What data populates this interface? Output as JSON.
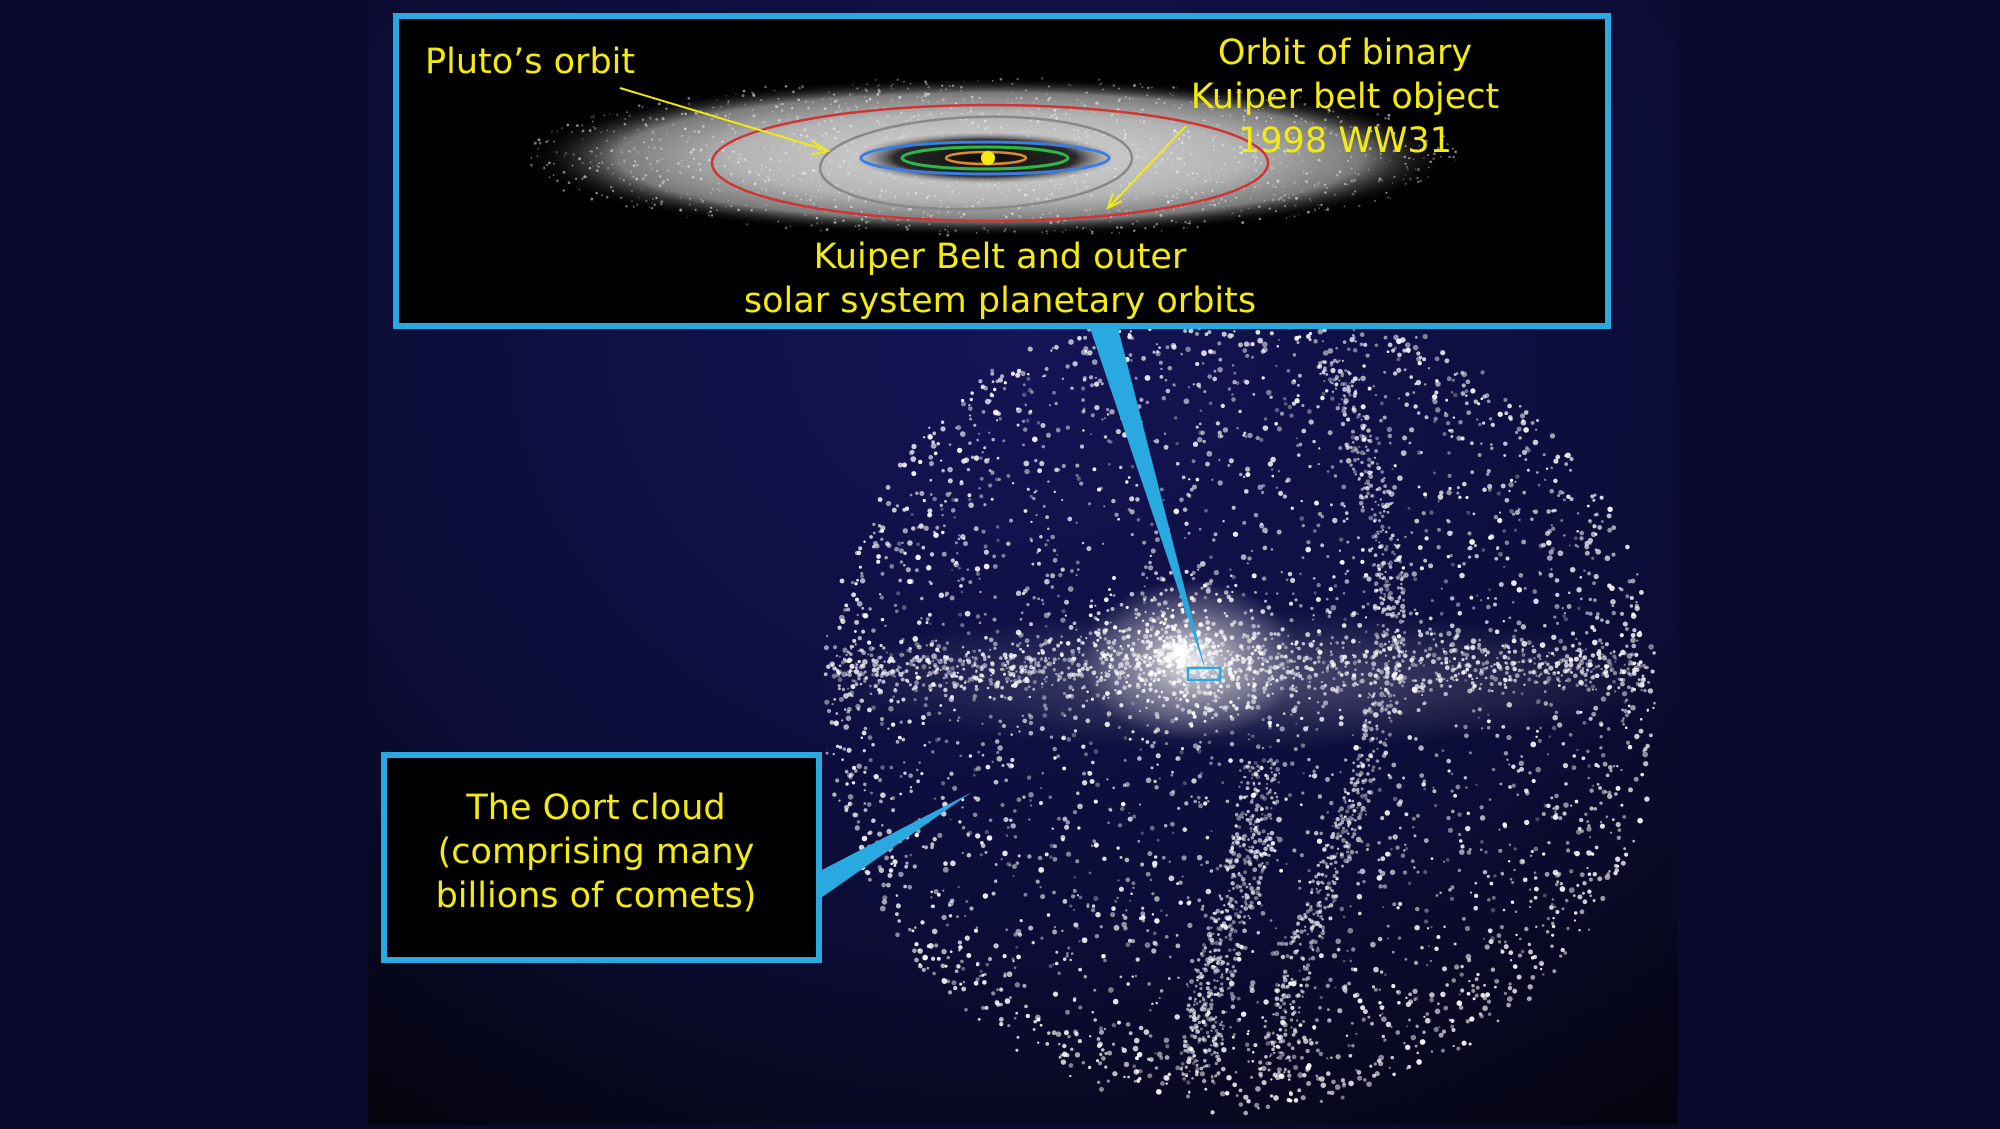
{
  "colors": {
    "frame": "#2aa9e0",
    "label_text": "#f2ea10",
    "pluto_orbit": "#888888",
    "binary_kbo_orbit": "#d03535",
    "neptune_orbit": "#3c7de0",
    "uranus_orbit": "#2fb84a",
    "saturn_orbit": "#e08a2a",
    "sun": "#f2ea10"
  },
  "inset": {
    "pluto_label": "Pluto’s orbit",
    "binary_kbo_label": [
      "Orbit of binary",
      "Kuiper belt object",
      "1998 WW31"
    ],
    "title": [
      "Kuiper Belt and outer",
      "solar system planetary orbits"
    ]
  },
  "oort": {
    "label": [
      "The Oort cloud",
      "(comprising many",
      "billions of comets)"
    ]
  },
  "icons": {
    "sun": "sun-icon",
    "callout_pointer": "callout-pointer-icon",
    "annotation_arrow": "annotation-arrow-icon"
  }
}
